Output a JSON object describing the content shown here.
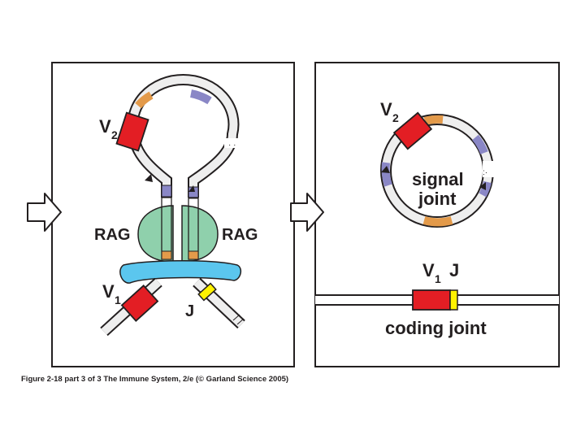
{
  "left_panel": {
    "segment_label_v2_base": "V",
    "segment_label_v2_sub": "2",
    "segment_label_v1_base": "V",
    "segment_label_v1_sub": "1",
    "segment_label_j": "J",
    "rag_left": "RAG",
    "rag_right": "RAG"
  },
  "right_panel": {
    "segment_label_v2_base": "V",
    "segment_label_v2_sub": "2",
    "signal_joint_line1": "signal",
    "signal_joint_line2": "joint",
    "coding_v_base": "V",
    "coding_v_sub": "1",
    "coding_j": "J",
    "coding_joint": "coding joint"
  },
  "caption": "Figure 2-18 part 3 of 3 The Immune System, 2/e (© Garland Science 2005)",
  "colors": {
    "v_segment": "#e31e24",
    "j_segment": "#fff200",
    "rss_orange": "#e39a4a",
    "rss_purple": "#8a87c6",
    "rag_green": "#8fd0ac",
    "hmg_blue": "#5bc6ee",
    "dna_fill": "#eeeeee",
    "outline": "#231f20"
  }
}
